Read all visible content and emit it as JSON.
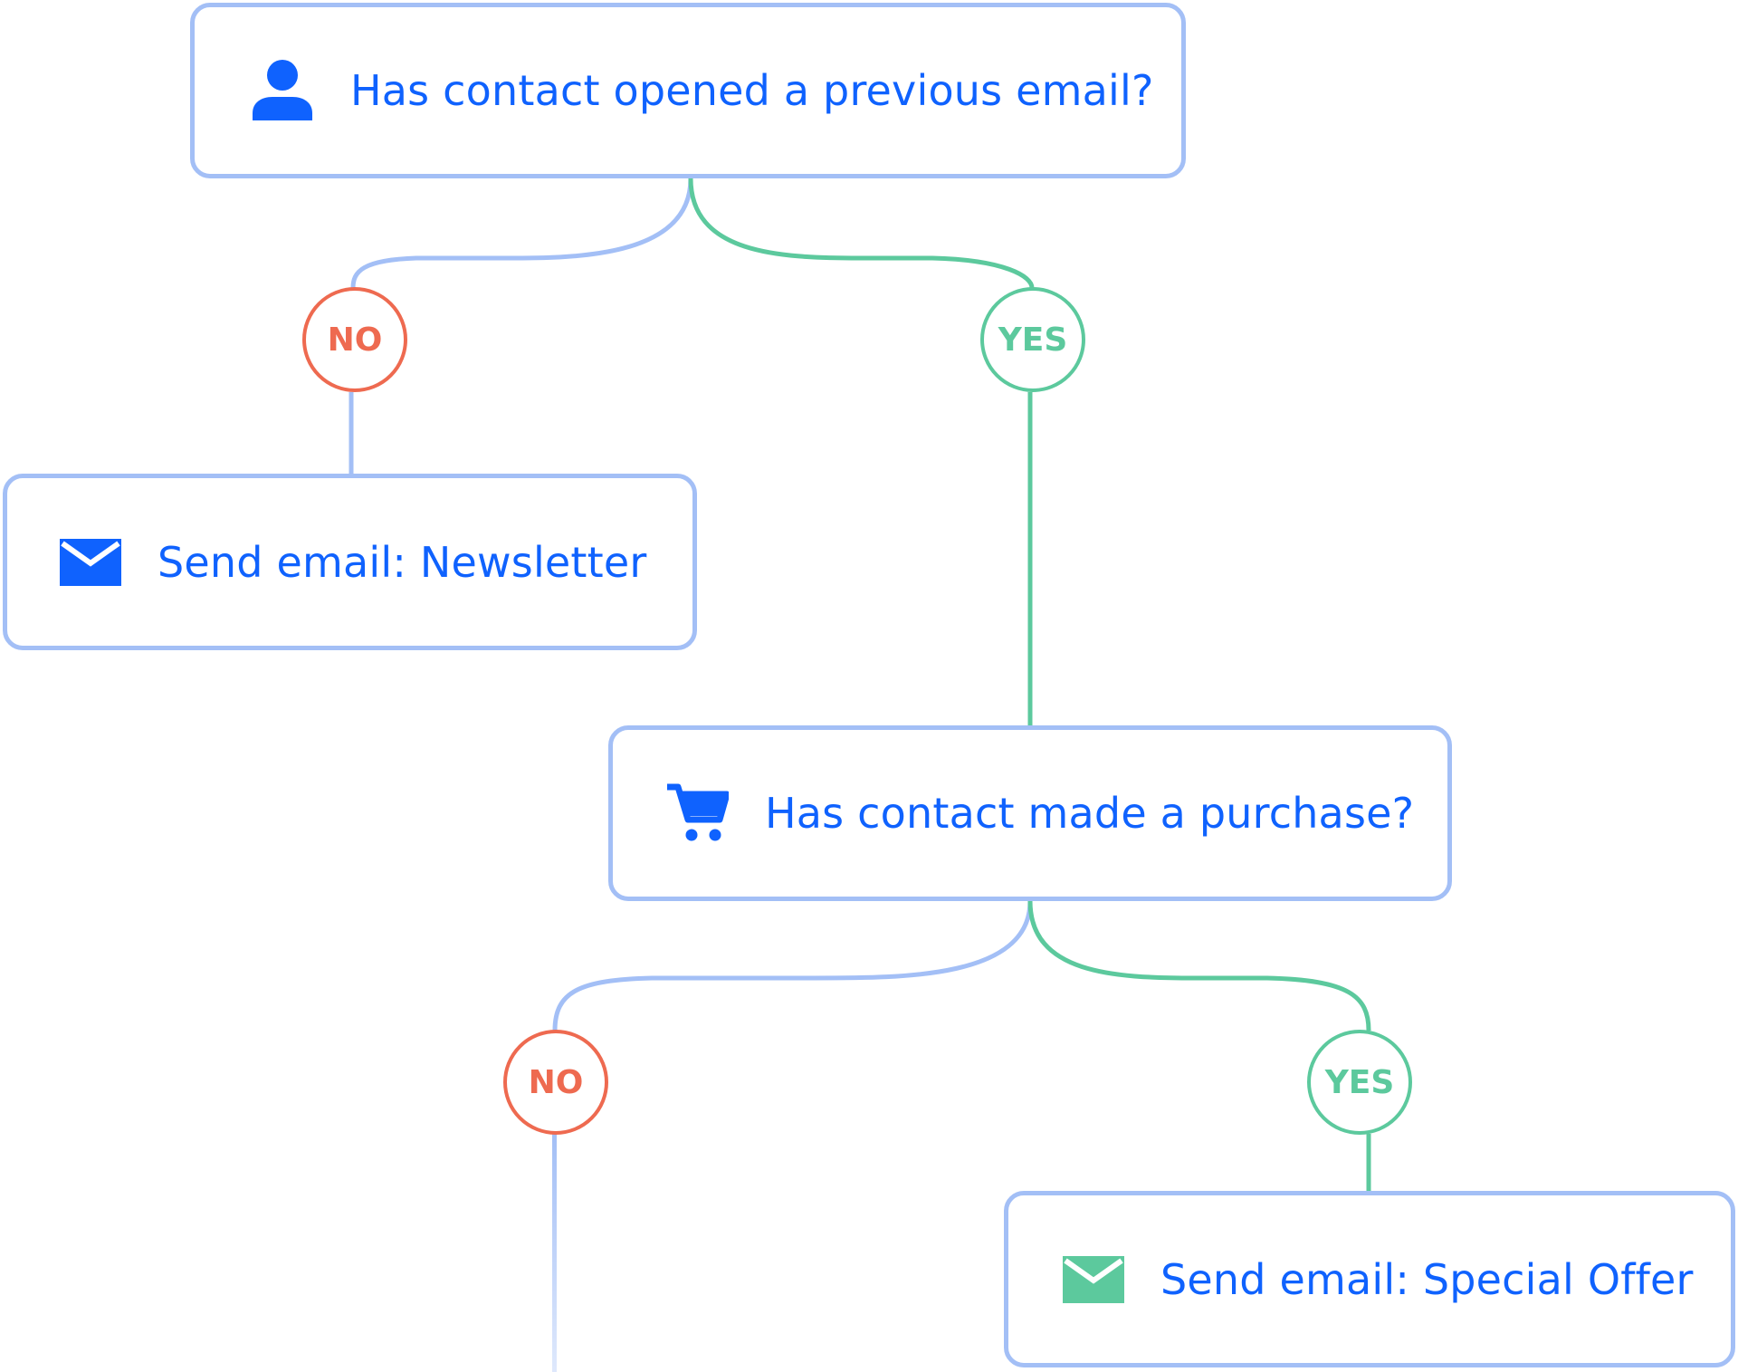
{
  "colors": {
    "accent_blue": "#0f62fe",
    "node_border": "#a3bff6",
    "no_branch": "#ee6a50",
    "yes_branch": "#5cc99d"
  },
  "nodes": {
    "opened_email": {
      "label": "Has contact opened a previous email?",
      "icon": "person-icon"
    },
    "send_newsletter": {
      "label": "Send email: Newsletter",
      "icon": "envelope-icon"
    },
    "made_purchase": {
      "label": "Has contact made a purchase?",
      "icon": "cart-icon"
    },
    "send_special_offer": {
      "label": "Send email: Special Offer",
      "icon": "envelope-icon"
    }
  },
  "badges": {
    "no_1": "NO",
    "yes_1": "YES",
    "no_2": "NO",
    "yes_2": "YES"
  }
}
